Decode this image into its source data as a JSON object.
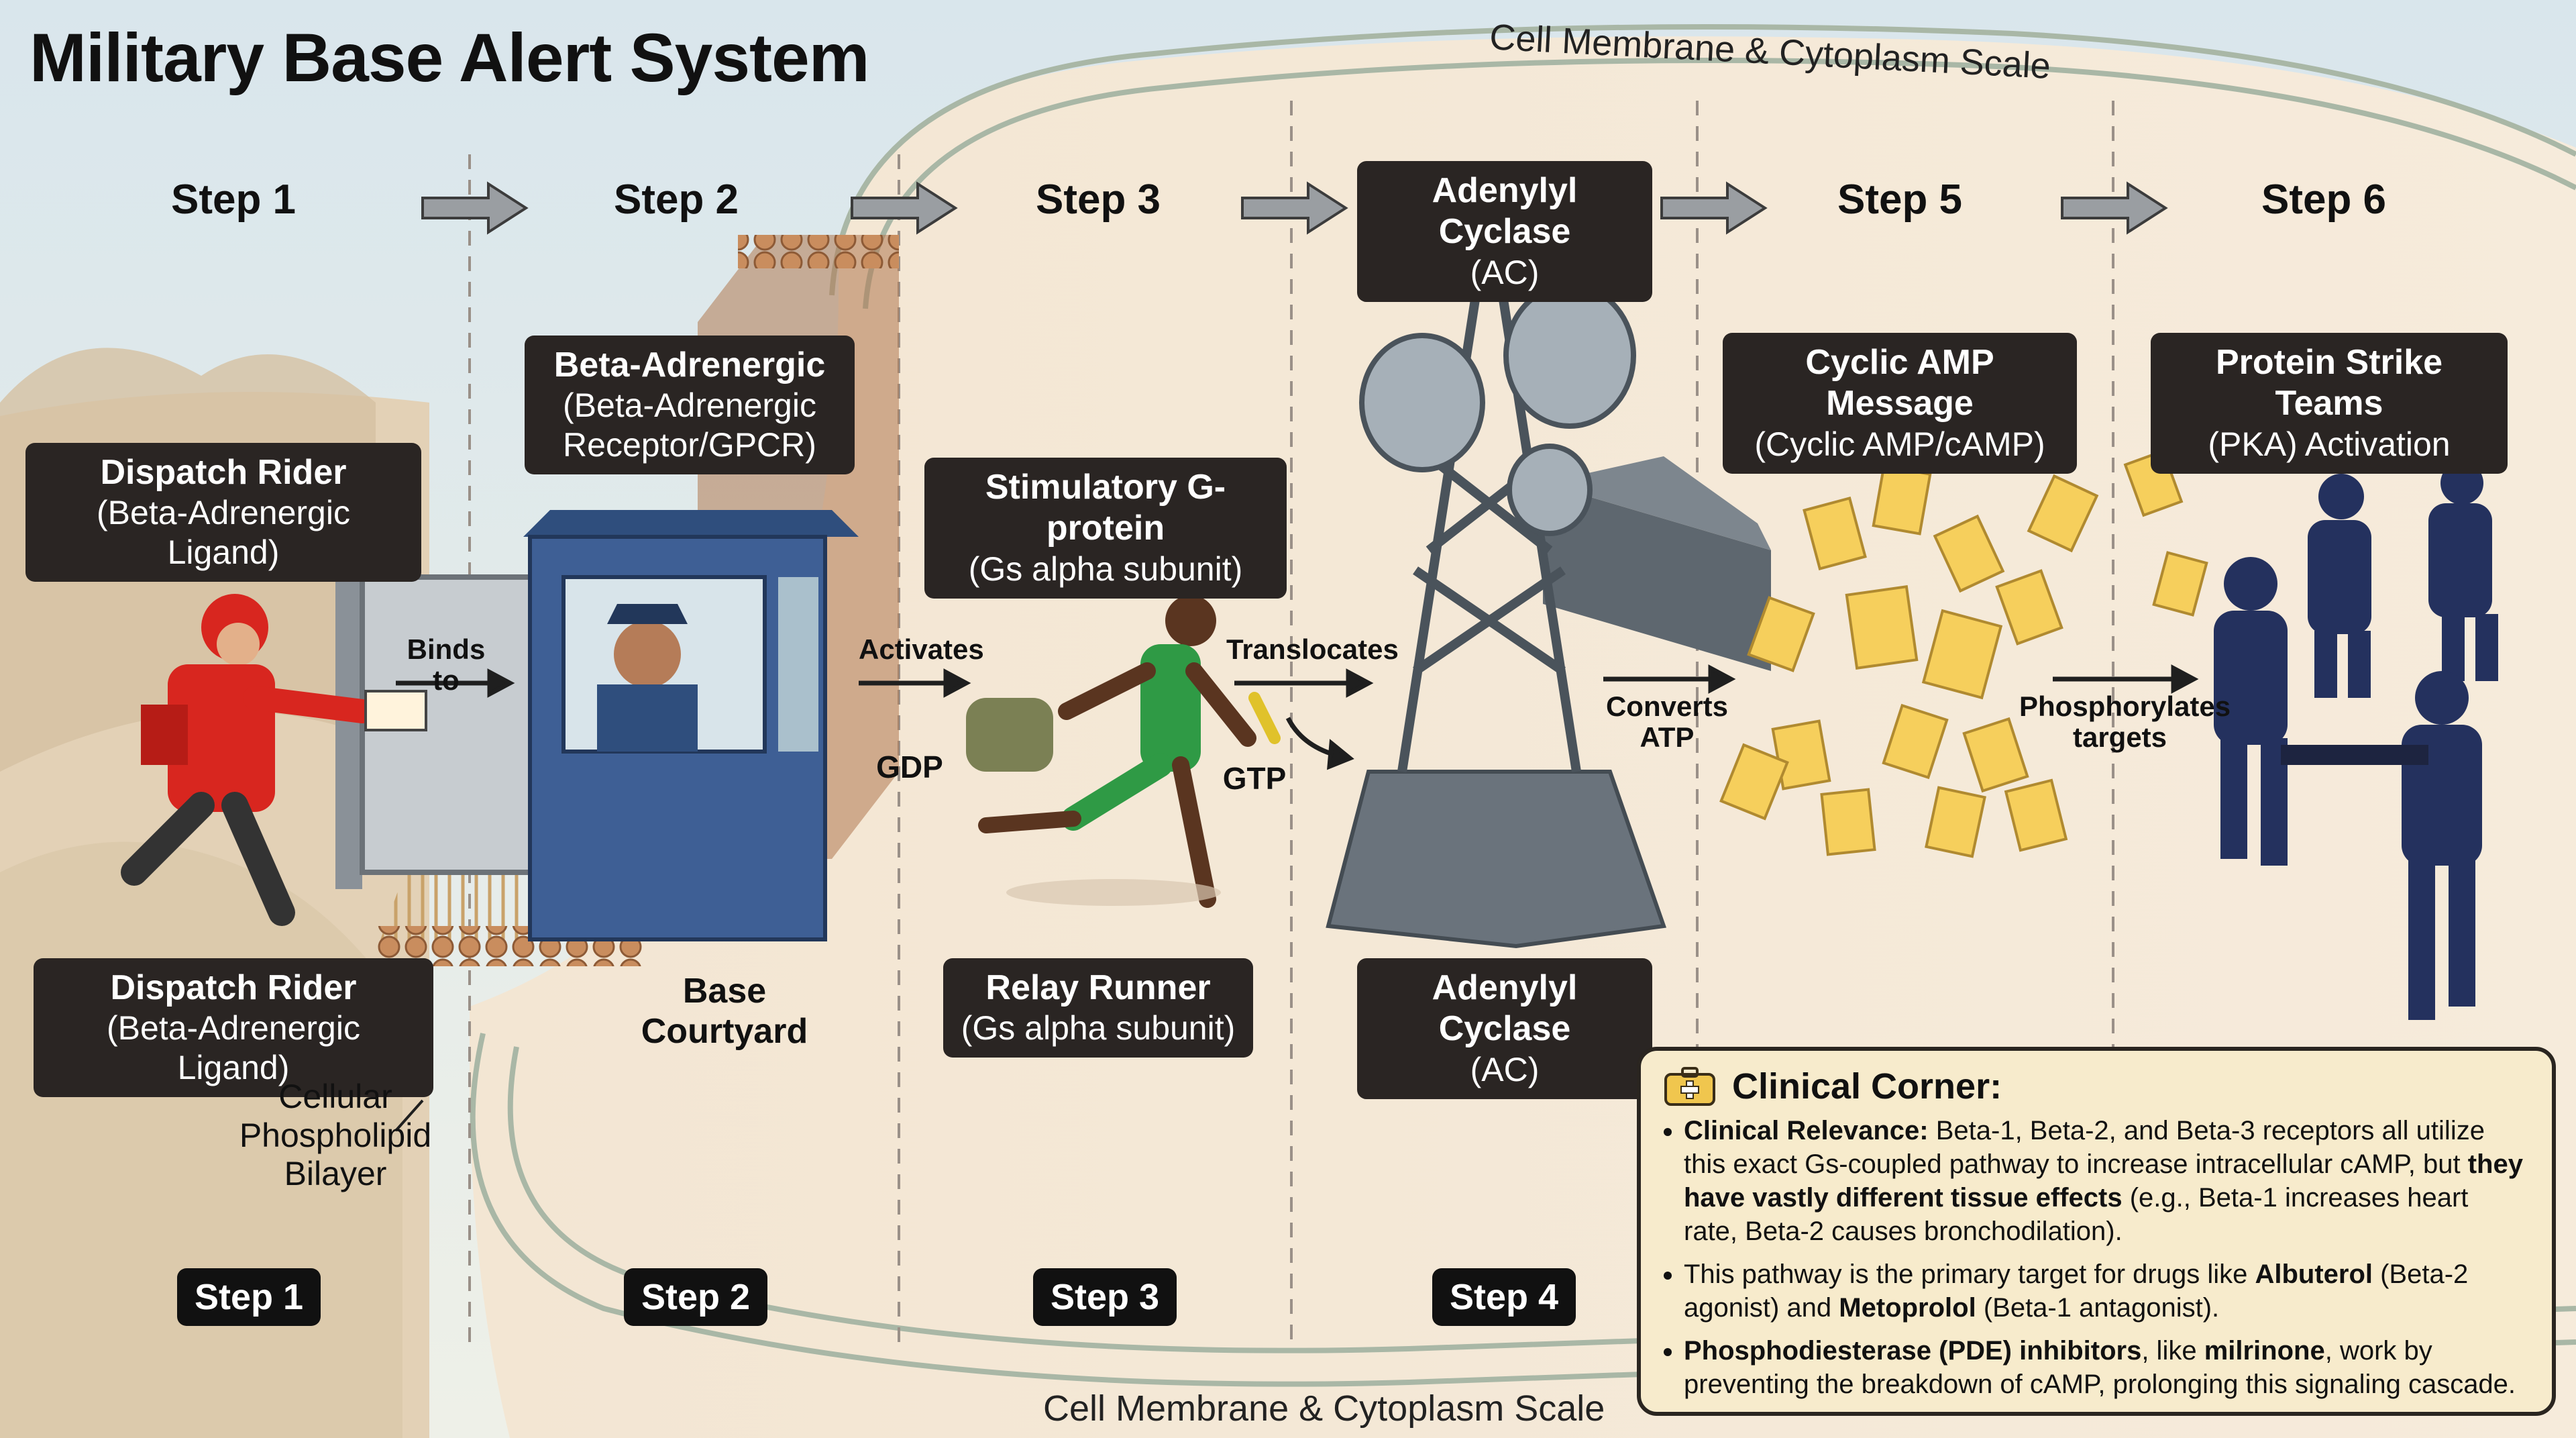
{
  "title": "Military Base Alert System",
  "scale_label": "Cell Membrane & Cytoplasm Scale",
  "step_headers": [
    "Step 1",
    "Step 2",
    "Step 3",
    "Step 5",
    "Step 6"
  ],
  "step_pills": [
    "Step 1",
    "Step 2",
    "Step 3",
    "Step 4"
  ],
  "labels": {
    "dispatch_top": {
      "l1": "Dispatch Rider",
      "l2": "(Beta-Adrenergic Ligand)"
    },
    "dispatch_bottom": {
      "l1": "Dispatch Rider",
      "l2": "(Beta-Adrenergic Ligand)"
    },
    "receptor": {
      "l1": "Beta-Adrenergic",
      "l2": "(Beta-Adrenergic",
      "l3": "Receptor/GPCR)"
    },
    "gprotein": {
      "l1": "Stimulatory G-protein",
      "l2": "(Gs alpha subunit)"
    },
    "relay": {
      "l1": "Relay Runner",
      "l2": "(Gs alpha subunit)"
    },
    "ac_top": {
      "l1": "Adenylyl Cyclase",
      "l2": "(AC)"
    },
    "ac_bottom": {
      "l1": "Adenylyl Cyclase",
      "l2": "(AC)"
    },
    "camp": {
      "l1": "Cyclic AMP Message",
      "l2": "(Cyclic AMP/cAMP)"
    },
    "pka": {
      "l1": "Protein Strike Teams",
      "l2": "(PKA) Activation"
    }
  },
  "flow": {
    "binds": "Binds to",
    "activates": "Activates",
    "translocates": "Translocates",
    "gdp": "GDP",
    "gtp": "GTP",
    "converts_1": "Converts",
    "converts_2": "ATP",
    "phos_1": "Phosphorylates",
    "phos_2": "targets"
  },
  "base_courtyard": {
    "l1": "Base",
    "l2": "Courtyard"
  },
  "bilayer": {
    "l1": "Cellular",
    "l2": "Phospholipid",
    "l3": "Bilayer"
  },
  "clinical": {
    "heading": "Clinical Corner:",
    "b1_label": "Clinical Relevance:",
    "b1_text1": " Beta-1, Beta-2, and Beta-3 receptors all utilize this exact Gs-coupled pathway to increase intracellular cAMP, but ",
    "b1_bold": "they have vastly different tissue effects",
    "b1_text2": " (e.g., Beta-1 increases heart rate, Beta-2 causes bronchodilation).",
    "b2_text1": "This pathway is the primary target for drugs like ",
    "b2_drug1": "Albuterol",
    "b2_text2": " (Beta-2 agonist) and ",
    "b2_drug2": "Metoprolol",
    "b2_text3": " (Beta-1 antagonist).",
    "b3_bold1": "Phosphodiesterase (PDE) inhibitors",
    "b3_text1": ", like ",
    "b3_bold2": "milrinone",
    "b3_text2": ", work by preventing the breakdown of cAMP, prolonging this signaling cascade."
  },
  "colors": {
    "label_bg": "#2a2523",
    "rider_red": "#d8261f",
    "guard_blue": "#3e5f95",
    "runner_green": "#2f9a45",
    "tower_gray": "#6a737c",
    "note_yellow": "#f6cf5c",
    "swat_navy": "#24315e"
  }
}
